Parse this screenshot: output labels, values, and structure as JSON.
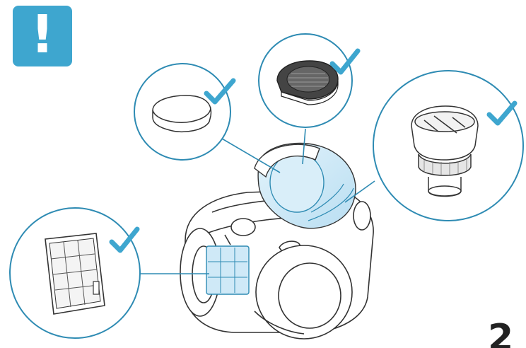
{
  "colors": {
    "accent": "#3ea6cf",
    "accent_dark": "#2b8fb9",
    "callout_ring": "#2e8bb3",
    "line_art": "#333333",
    "highlight_fill": "#cfe9f7"
  },
  "warning_badge": {
    "icon": "exclamation-icon",
    "glyph": "!"
  },
  "callouts": [
    {
      "part": "foam-filter-pad",
      "status_icon": "checkmark-icon"
    },
    {
      "part": "round-motor-filter",
      "status_icon": "checkmark-icon"
    },
    {
      "part": "cyclone-filter-cone",
      "status_icon": "checkmark-icon"
    },
    {
      "part": "exhaust-hepa-filter",
      "status_icon": "checkmark-icon"
    }
  ],
  "page": {
    "number": "2"
  }
}
